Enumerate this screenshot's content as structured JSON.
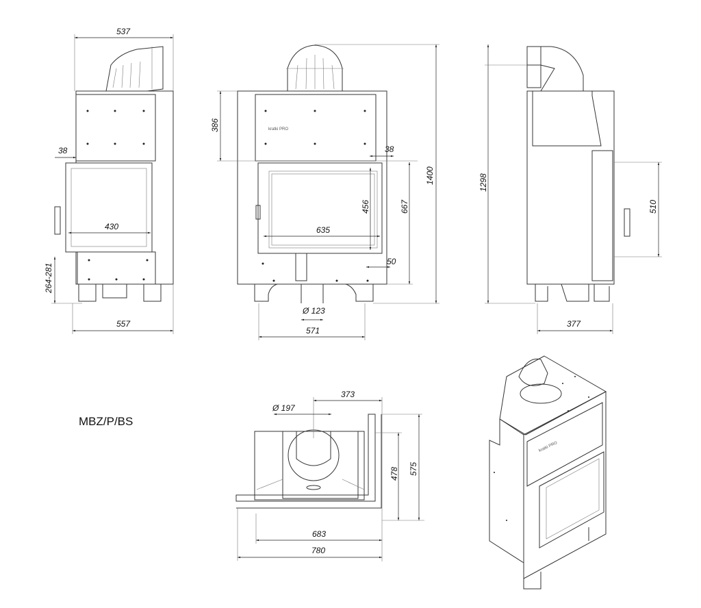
{
  "model": "MBZ/P/BS",
  "logo_text": "kratki PRO",
  "views": {
    "left_front": {
      "width_top": "537",
      "frame": "38",
      "glass_width": "430",
      "leg_height": "264-281",
      "width_bottom": "557"
    },
    "front": {
      "top_height": "386",
      "frame": "38",
      "glass_height": "456",
      "door_height": "667",
      "total_height": "1400",
      "glass_width": "635",
      "offset": "50",
      "air_inlet": "Ø 123",
      "base_width": "571"
    },
    "side": {
      "height": "1298",
      "door_height": "510",
      "depth": "377"
    },
    "top": {
      "flue_diameter": "Ø 197",
      "flue_offset": "373",
      "inner_depth": "478",
      "depth": "575",
      "inner_width": "683",
      "width": "780"
    }
  }
}
